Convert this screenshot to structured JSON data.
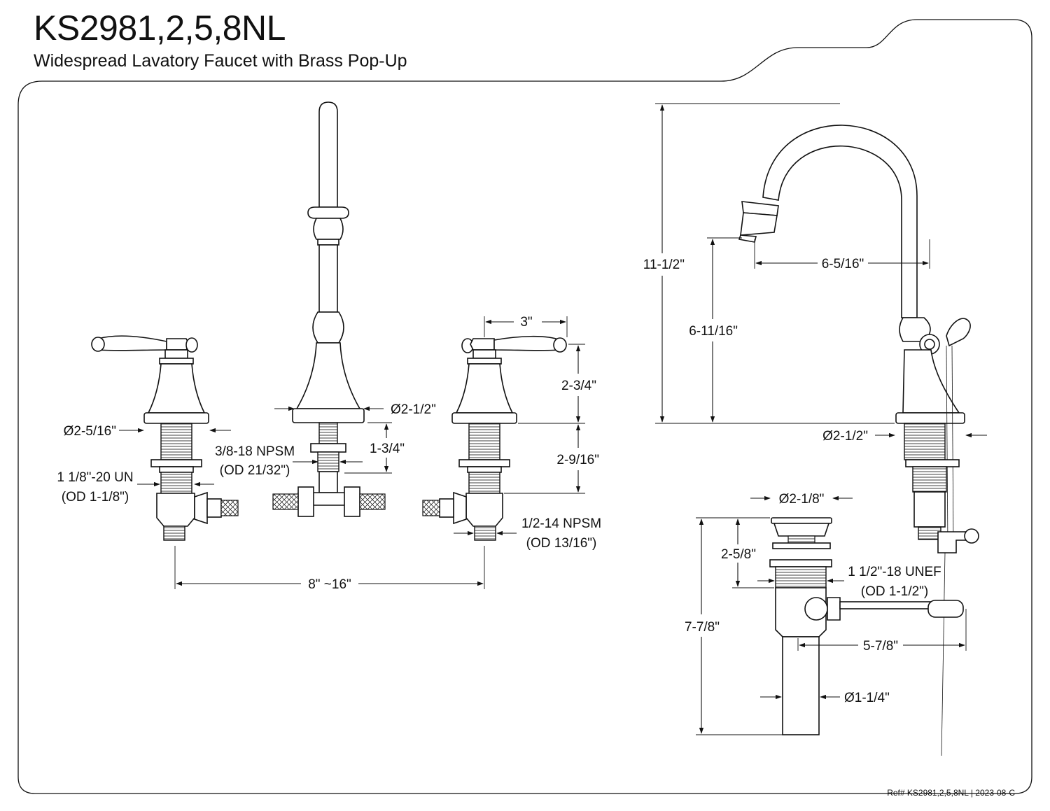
{
  "header": {
    "model": "KS2981,2,5,8NL",
    "subtitle": "Widespread Lavatory Faucet with Brass Pop-Up"
  },
  "front_view": {
    "handle_dia": "Ø2-5/16\"",
    "handle_thread": "1 1/8\"-20 UN",
    "handle_thread_od": "(OD 1-1/8\")",
    "spout_base_dia": "Ø2-1/2\"",
    "spout_thread": "3/8-18 NPSM",
    "spout_thread_od": "(OD 21/32\")",
    "spout_shank_len": "1-3/4\"",
    "handle_width": "3\"",
    "handle_height": "2-3/4\"",
    "shank_length": "2-9/16\"",
    "inlet_thread": "1/2-14 NPSM",
    "inlet_thread_od": "(OD 13/16\")",
    "centers": "8\" ~16\""
  },
  "side_view": {
    "total_height": "11-1/2\"",
    "spout_reach": "6-5/16\"",
    "spout_clearance": "6-11/16\"",
    "base_dia": "Ø2-1/2\""
  },
  "popup": {
    "flange_dia": "Ø2-1/8\"",
    "flange_height": "2-5/8\"",
    "thread": "1 1/2\"-18 UNEF",
    "thread_od": "(OD 1-1/2\")",
    "total_height": "7-7/8\"",
    "rod_reach": "5-7/8\"",
    "tail_dia": "Ø1-1/4\""
  },
  "footer": {
    "ref": "Ref# KS2981,2,5,8NL | 2023-08-C"
  }
}
